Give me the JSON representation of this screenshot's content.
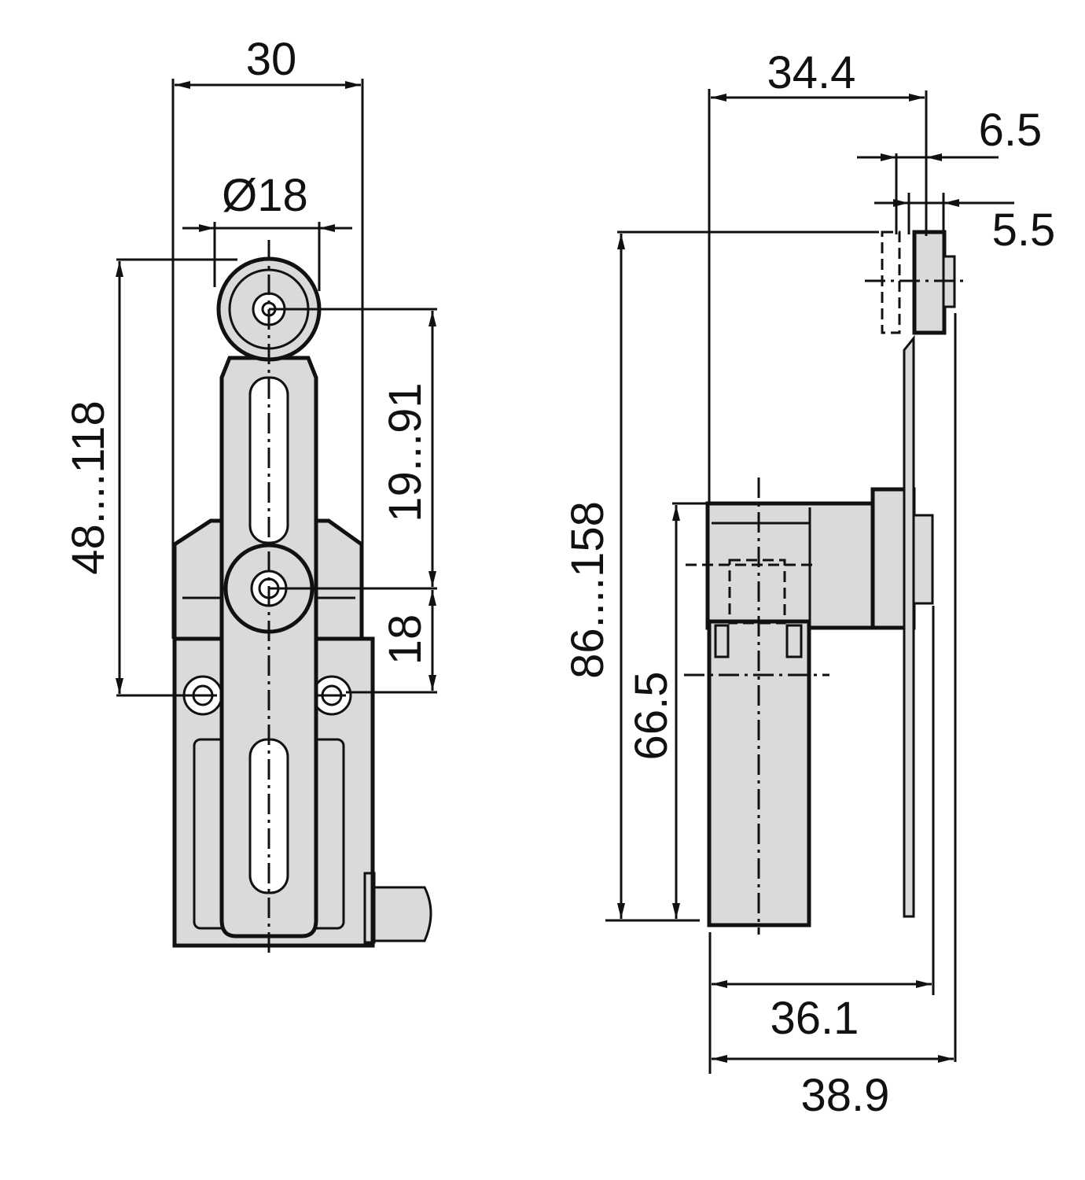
{
  "dimensions": {
    "front_width": "30",
    "roller_diameter": "Ø18",
    "lever_length": "48....118",
    "roller_offset": "19...91",
    "pivot_height": "18",
    "side_lever_offset": "34.4",
    "roller_width": "6.5",
    "lever_thickness": "5.5",
    "total_height": "86....158",
    "body_height": "66.5",
    "side_depth": "36.1",
    "overall_depth": "38.9"
  },
  "colors": {
    "body_fill": "#d9dadb",
    "line": "#111111",
    "background": "#ffffff"
  }
}
